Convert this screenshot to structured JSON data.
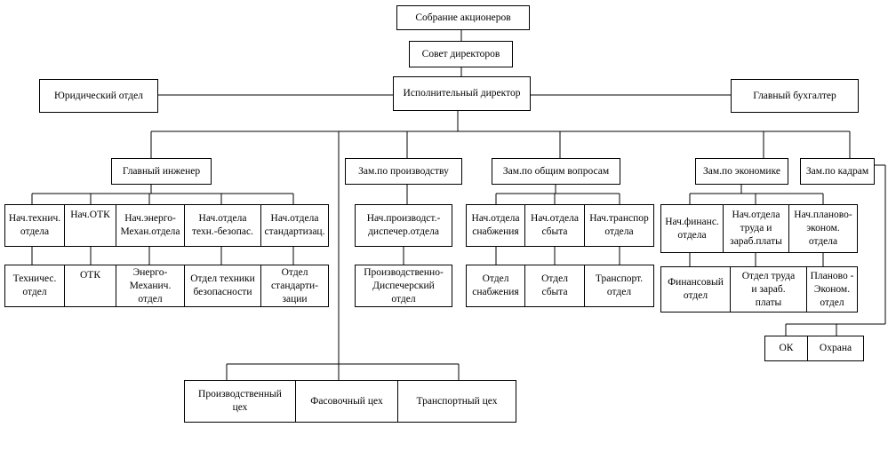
{
  "boxes": {
    "shareholders": "Собрание акционеров",
    "board": "Совет директоров",
    "legal": "Юридический отдел",
    "director": "Исполнительный директор",
    "accountant": "Главный бухгалтер",
    "chief_engineer": "Главный инженер",
    "dep_production": "Зам.по производству",
    "dep_general": "Зам.по общим вопросам",
    "dep_economics": "Зам.по экономике",
    "dep_hr": "Зам.по кадрам",
    "head_tech": "Нач.технич.\nотдела",
    "head_otk": "Нач.ОТК",
    "head_energy": "Нач.энерго-\nМехан.отдела",
    "head_safety": "Нач.отдела\nтехн.-безопас.",
    "head_standard": "Нач.отдела\nстандартизац.",
    "head_dispatch": "Нач.производст.-\nдиспечер.отдела",
    "head_supply": "Нач.отдела\nснабжения",
    "head_sales": "Нач.отдела\nсбыта",
    "head_transport": "Нач.транспор\nотдела",
    "head_finance": "Нач.финанс.\nотдела",
    "head_labor": "Нач.отдела\nтруда и\nзараб.платы",
    "head_planning": "Нач.планово-\nэконом.\nотдела",
    "dept_tech": "Техничес.\nотдел",
    "dept_otk": "ОТК",
    "dept_energy": "Энерго-\nМеханич.\nотдел",
    "dept_safety": "Отдел техники\nбезопасности",
    "dept_standard": "Отдел\nстандарти-\nзации",
    "dept_dispatch": "Производственно-\nДиспечерский\nотдел",
    "dept_supply": "Отдел\nснабжения",
    "dept_sales": "Отдел\nсбыта",
    "dept_transport": "Транспорт.\nотдел",
    "dept_finance": "Финансовый\nотдел",
    "dept_labor": "Отдел труда\nи зараб.\nплаты",
    "dept_planning": "Планово -\nЭконом.\nотдел",
    "ok": "ОК",
    "security": "Охрана",
    "shop_production": "Производственный\nцех",
    "shop_packing": "Фасовочный цех",
    "shop_transport": "Транспортный цех"
  }
}
